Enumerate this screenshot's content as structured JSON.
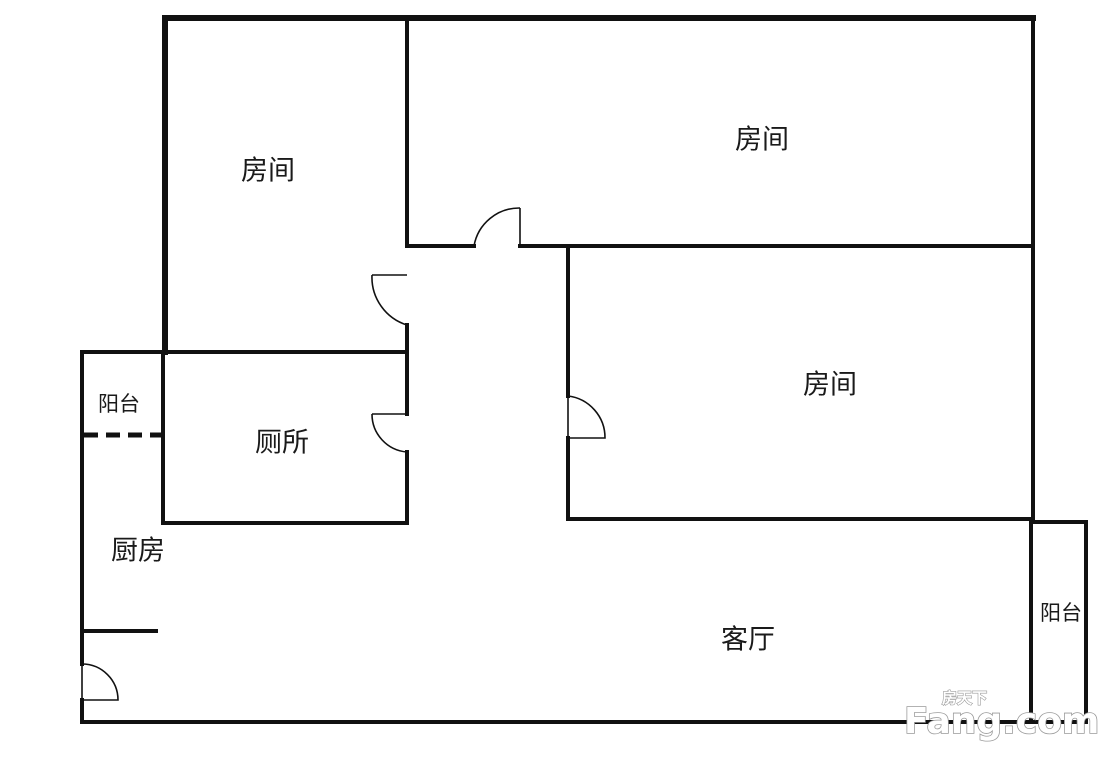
{
  "rooms": {
    "bedroom_top_left": "房间",
    "bedroom_top_right": "房间",
    "bedroom_middle_right": "房间",
    "toilet": "厕所",
    "balcony_left": "阳台",
    "kitchen": "厨房",
    "living_room": "客厅",
    "balcony_right": "阳台"
  },
  "watermark": {
    "brand_latin": "Fang.com",
    "brand_cn": "房天下"
  },
  "colors": {
    "wall": "#111111",
    "background": "#ffffff",
    "watermark_outline": "#9a9a9a"
  }
}
